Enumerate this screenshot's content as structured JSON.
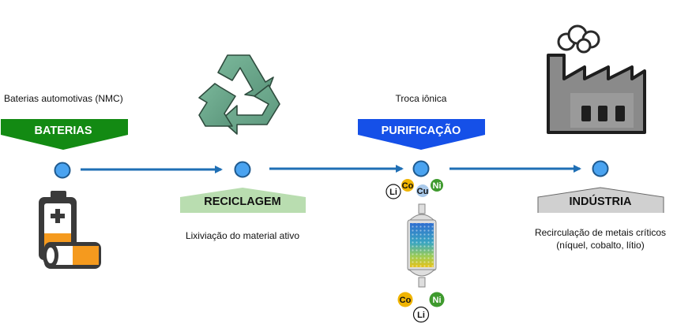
{
  "stages": [
    {
      "banner": "BATERIAS",
      "caption": "Baterias automotivas (NMC)"
    },
    {
      "banner": "RECICLAGEM",
      "caption": "Lixiviação do material ativo"
    },
    {
      "banner": "PURIFICAÇÃO",
      "caption": "Troca iônica"
    },
    {
      "banner": "INDÚSTRIA",
      "caption_lines": [
        "Recirculação de metais críticos",
        "(níquel, cobalto, lítio)"
      ]
    }
  ],
  "ions_top": {
    "li": "Li",
    "co": "Co",
    "cu": "Cu",
    "ni": "Ni"
  },
  "ions_bottom": {
    "co": "Co",
    "ni": "Ni",
    "li": "Li"
  },
  "colors": {
    "baterias_banner": "#138a13",
    "reciclagem_banner": "#b9ddb0",
    "purificacao_banner": "#1550e8",
    "industria_banner": "#d0d0d0",
    "arrow": "#1f6fb5",
    "node": "#4aa3f0",
    "co": "#f0b400",
    "ni": "#3f9a2e",
    "cu": "#a9c9ea",
    "li": "#ffffff",
    "recycle": "#6aa58a",
    "factory": "#8a8a8a",
    "battery": "#3a3a3a",
    "battery_accent": "#f59a1e"
  },
  "icons": [
    "battery-icon",
    "recycle-icon",
    "ion-exchange-column-icon",
    "factory-icon"
  ]
}
